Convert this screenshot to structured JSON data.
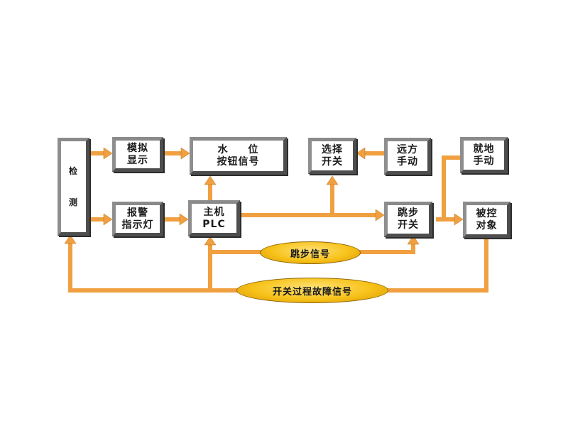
{
  "blocks": {
    "detect": {
      "line1": "检",
      "line2": "测"
    },
    "analog_display": {
      "line1": "模拟",
      "line2": "显示"
    },
    "water_level": {
      "line1": "水 位",
      "line2": "按钮信号"
    },
    "alarm_light": {
      "line1": "报警",
      "line2": "指示灯"
    },
    "main_plc": {
      "line1": "主机",
      "line2": "PLC"
    },
    "select_switch": {
      "line1": "选择",
      "line2": "开关"
    },
    "remote_manual": {
      "line1": "远方",
      "line2": "手动"
    },
    "local_manual": {
      "line1": "就地",
      "line2": "手动"
    },
    "step_switch": {
      "line1": "跳步",
      "line2": "开关"
    },
    "controlled_object": {
      "line1": "被控",
      "line2": "对象"
    }
  },
  "signals": {
    "step_signal": "跳步信号",
    "fault_signal": "开关过程故障信号"
  },
  "colors": {
    "arrow": "#f0a040",
    "arrow_outline": "#7a4a10",
    "box_border": "#4e4e4e",
    "pill_fill": "#f7c21a"
  }
}
